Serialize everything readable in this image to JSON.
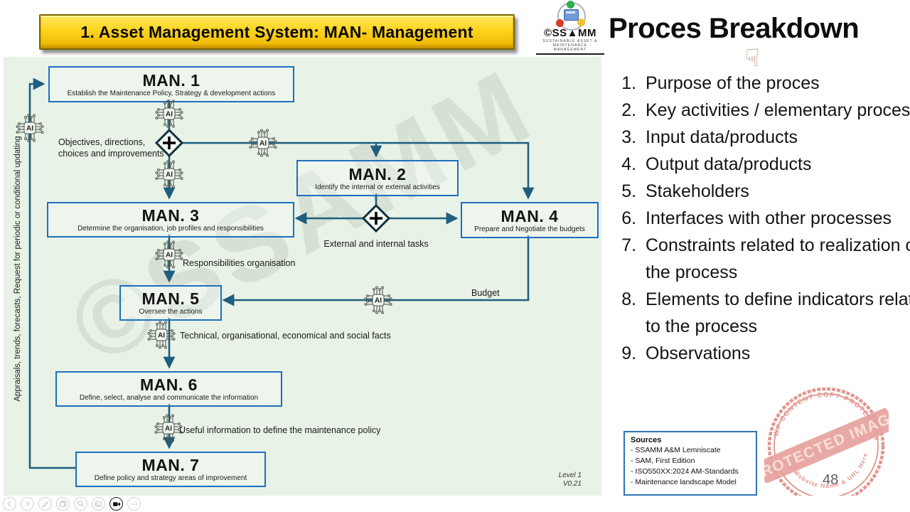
{
  "banner": {
    "title": "1. Asset Management System: MAN- Management"
  },
  "logo": {
    "brand": "©SS▲MM",
    "caption_line1": "SUSTAINABLE ASSET &",
    "caption_line2": "MAINTENANCE MANAGEMENT"
  },
  "breakdown": {
    "title": "Proces Breakdown",
    "pointer_glyph": "☟",
    "items": [
      "Purpose of the proces",
      "Key activities / elementary processes",
      "Input data/products",
      "Output data/products",
      "Stakeholders",
      "Interfaces with other processes",
      "Constraints related to realization of the process",
      "Elements to define indicators related to the process",
      "Observations"
    ]
  },
  "diagram": {
    "side_label": "Appraisals, trends, forecasts, Request for periodic or conditional updating",
    "watermark": "©SSAMM",
    "ai_label": "AI",
    "boxes": [
      {
        "id": "MAN1",
        "title": "MAN. 1",
        "subtitle": "Establish the Maintenance Policy, Strategy & development actions"
      },
      {
        "id": "MAN2",
        "title": "MAN. 2",
        "subtitle": "Identify the internal or external activities"
      },
      {
        "id": "MAN3",
        "title": "MAN. 3",
        "subtitle": "Determine the organisation, job profiles and responsibilities"
      },
      {
        "id": "MAN4",
        "title": "MAN. 4",
        "subtitle": "Prepare and Negotiate the budgets"
      },
      {
        "id": "MAN5",
        "title": "MAN. 5",
        "subtitle": "Oversee the actions"
      },
      {
        "id": "MAN6",
        "title": "MAN. 6",
        "subtitle": "Define, select, analyse and communicate the information"
      },
      {
        "id": "MAN7",
        "title": "MAN. 7",
        "subtitle": "Define policy and strategy areas of improvement"
      }
    ],
    "labels": {
      "objectives": "Objectives, directions,\nchoices and improvements",
      "external_tasks": "External and internal tasks",
      "responsibilities": "Responsibilities organisation",
      "budget": "Budget",
      "technical": "Technical, organisational, economical and social facts",
      "useful": "Useful information to define the maintenance policy",
      "level": "Level 1",
      "version": "V0.21"
    }
  },
  "sources": {
    "title": "Sources",
    "items": [
      "- SSAMM A&M Lemniscate",
      "- SAM, First Edition",
      "- ISO550XX:2024 AM-Standards",
      "- Maintenance landscape Model"
    ]
  },
  "stamp": {
    "top_text": "WP CONTENT COPY PROTECTION PLUGIN",
    "band_text": "PROTECTED IMAGE",
    "bottom_text": "My Website Name & URL Here"
  },
  "page_number": "48",
  "toolbar": {
    "icons": [
      "previous",
      "next",
      "pen",
      "slides",
      "zoom",
      "captions",
      "camera",
      "more"
    ]
  }
}
